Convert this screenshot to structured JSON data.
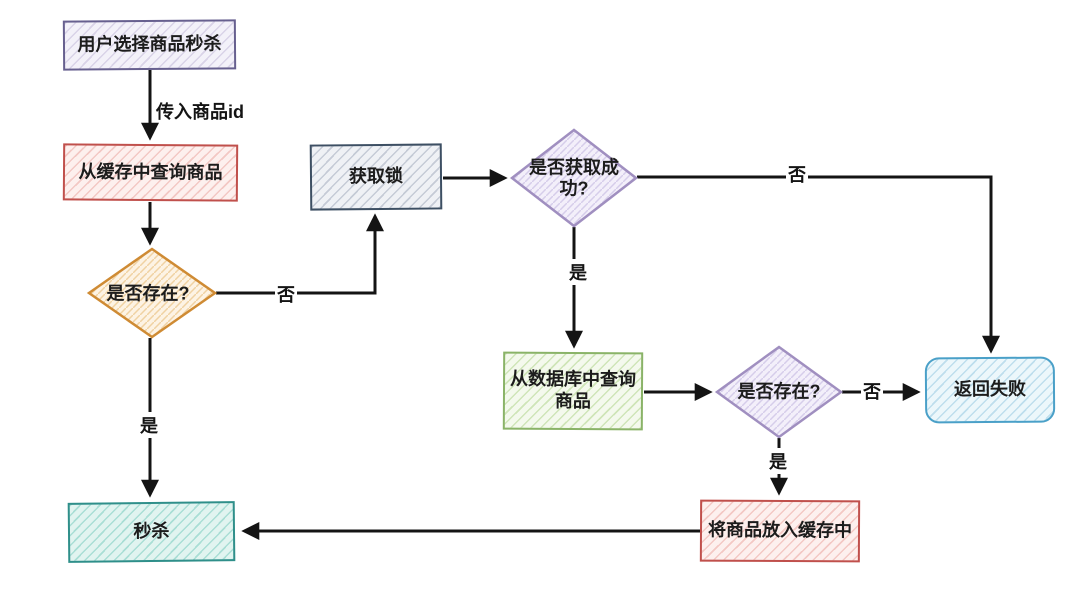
{
  "canvas": {
    "background": "#ffffff",
    "edge_color": "#141414"
  },
  "nodes": {
    "user_select": {
      "label": "用户选择商品秒杀",
      "shape": "rectangle",
      "border_color": "#67608f",
      "fill_color": "#f3f1f9"
    },
    "cache_query": {
      "label": "从缓存中查询商品",
      "shape": "rectangle",
      "border_color": "#c0504c",
      "fill_color": "#fdf0ee"
    },
    "exists_cache": {
      "label": "是否存在?",
      "shape": "diamond",
      "border_color": "#cf8b34",
      "fill_color": "#fdf3e4"
    },
    "get_lock": {
      "label": "获取锁",
      "shape": "rectangle",
      "border_color": "#3d4f63",
      "fill_color": "#eff1f5"
    },
    "lock_success": {
      "label": "是否获取成功?",
      "shape": "diamond",
      "border_color": "#a08fc0",
      "fill_color": "#f2eef9"
    },
    "db_query": {
      "label": "从数据库中查询商品",
      "shape": "rectangle",
      "border_color": "#8ab368",
      "fill_color": "#f4f9ed"
    },
    "exists_db": {
      "label": "是否存在?",
      "shape": "diamond",
      "border_color": "#a08fc0",
      "fill_color": "#f2eef9"
    },
    "return_fail": {
      "label": "返回失败",
      "shape": "rounded-rectangle",
      "border_color": "#4aa0c8",
      "fill_color": "#ecf7fb"
    },
    "put_cache": {
      "label": "将商品放入缓存中",
      "shape": "rectangle",
      "border_color": "#c0504c",
      "fill_color": "#fdf0ee"
    },
    "seckill": {
      "label": "秒杀",
      "shape": "rectangle",
      "border_color": "#2f8f8a",
      "fill_color": "#e1f4f0"
    }
  },
  "edge_labels": {
    "pass_id": "传入商品id",
    "cache_no": "否",
    "cache_yes": "是",
    "lock_no": "否",
    "lock_yes": "是",
    "db_no": "否",
    "db_yes": "是"
  }
}
